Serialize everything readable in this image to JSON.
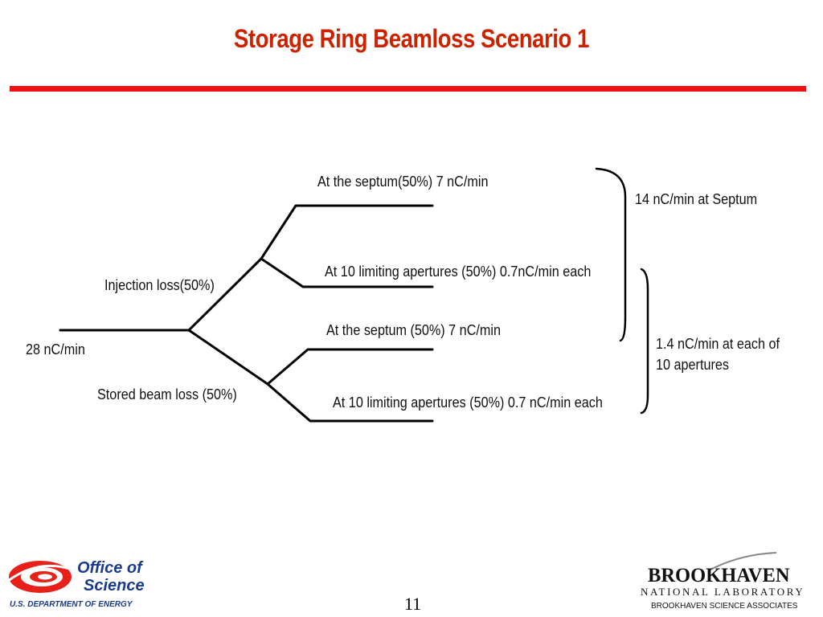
{
  "slide": {
    "title": "Storage Ring Beamloss Scenario 1",
    "page_number": "11"
  },
  "diagram": {
    "input": "28 nC/min",
    "branch_injection": "Injection loss(50%)",
    "branch_stored": "Stored beam loss (50%)",
    "leaf_1": "At the septum(50%)  7 nC/min",
    "leaf_2": "At 10 limiting apertures (50%) 0.7nC/min each",
    "leaf_3": "At the septum (50%) 7 nC/min",
    "leaf_4": "At 10 limiting apertures (50%) 0.7 nC/min each",
    "sum_septum": "14 nC/min at Septum",
    "sum_apertures_line1": "1.4 nC/min at each of",
    "sum_apertures_line2": "10 apertures",
    "line_color": "#000000"
  },
  "footer": {
    "oos_line1": "Office of",
    "oos_line2": "Science",
    "oos_dept": "U.S. DEPARTMENT OF ENERGY",
    "bnl_name": "BROOKHAVEN",
    "bnl_lab": "NATIONAL LABORATORY",
    "bnl_assoc": "BROOKHAVEN SCIENCE ASSOCIATES",
    "oos_red": "#e8201a",
    "oos_blue": "#1a3a8c"
  }
}
